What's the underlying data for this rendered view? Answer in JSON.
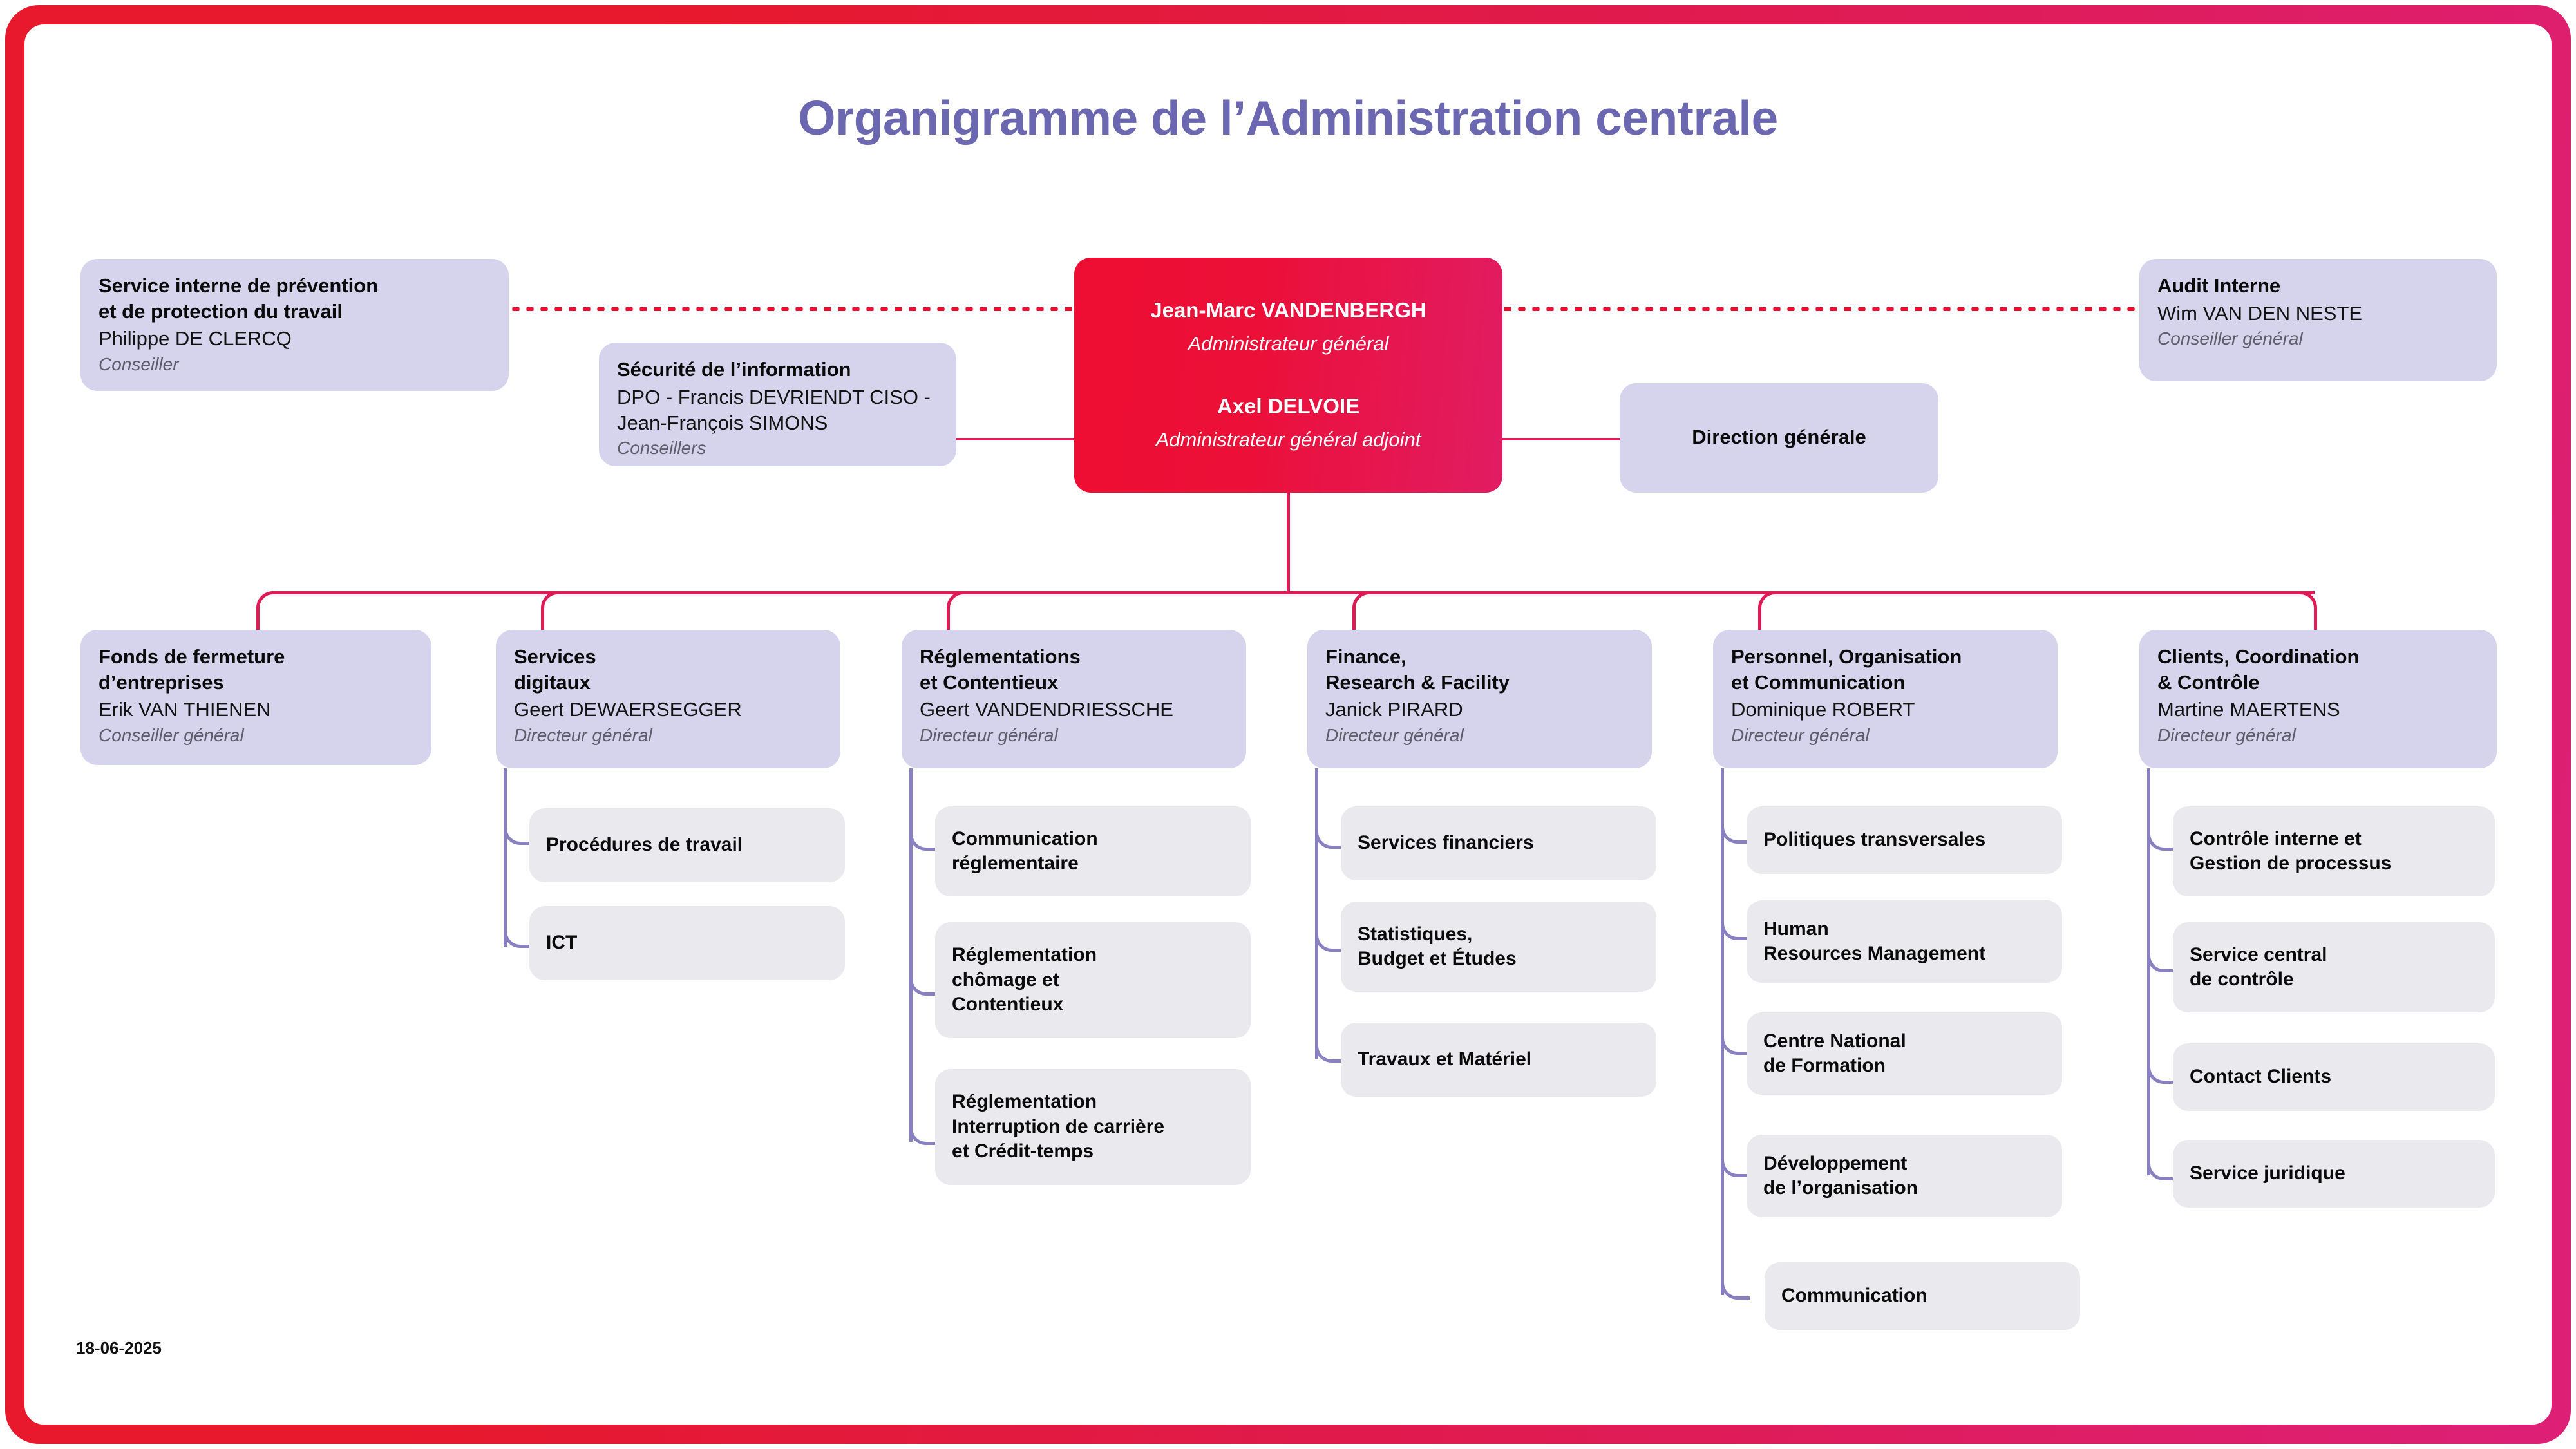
{
  "page": {
    "title": "Organigramme de l’Administration centrale",
    "date": "18-06-2025",
    "colors": {
      "frame_start": "#E8192C",
      "frame_end": "#DD2077",
      "title": "#6B67B0",
      "node_bg": "#D6D3EC",
      "sub_bg": "#EAEAEE",
      "connector_red": "#DD1B55",
      "connector_purple": "#8880C0",
      "central_red": "#EC0F37",
      "central_pink": "#E11C63"
    }
  },
  "staff_units": {
    "prevention": {
      "title": "Service interne de prévention\net de protection du travail",
      "person": "Philippe DE CLERCQ",
      "role": "Conseiller"
    },
    "security": {
      "title": "Sécurité de l’information",
      "person": "DPO - Francis DEVRIENDT\nCISO - Jean-François SIMONS",
      "role": "Conseillers"
    },
    "audit": {
      "title": "Audit Interne",
      "person": "Wim VAN DEN NESTE",
      "role": "Conseiller général"
    }
  },
  "central": {
    "admin_name": "Jean-Marc VANDENBERGH",
    "admin_role": "Administrateur général",
    "deputy_name": "Axel DELVOIE",
    "deputy_role": "Administrateur général adjoint"
  },
  "direction": {
    "title": "Direction générale"
  },
  "departments": [
    {
      "title": "Fonds de fermeture\nd’entreprises",
      "person": "Erik VAN THIENEN",
      "role": "Conseiller général",
      "children": []
    },
    {
      "title": "Services\ndigitaux",
      "person": "Geert DEWAERSEGGER",
      "role": "Directeur général",
      "children": [
        "Procédures de travail",
        "ICT"
      ]
    },
    {
      "title": "Réglementations\net Contentieux",
      "person": "Geert VANDENDRIESSCHE",
      "role": "Directeur général",
      "children": [
        "Communication\nréglementaire",
        "Réglementation\nchômage et\nContentieux",
        "Réglementation\nInterruption de carrière\net Crédit-temps"
      ]
    },
    {
      "title": "Finance,\nResearch & Facility",
      "person": "Janick PIRARD",
      "role": "Directeur général",
      "children": [
        "Services financiers",
        "Statistiques,\nBudget et Études",
        "Travaux et Matériel"
      ]
    },
    {
      "title": "Personnel, Organisation\net Communication",
      "person": "Dominique ROBERT",
      "role": "Directeur général",
      "children": [
        "Politiques transversales",
        "Human\nResources Management",
        "Centre National\nde Formation",
        "Développement\nde l’organisation",
        "Communication"
      ]
    },
    {
      "title": "Clients, Coordination\n& Contrôle",
      "person": "Martine MAERTENS",
      "role": "Directeur général",
      "children": [
        "Contrôle interne et\nGestion de processus",
        "Service central\nde contrôle",
        "Contact Clients",
        "Service juridique"
      ]
    }
  ]
}
